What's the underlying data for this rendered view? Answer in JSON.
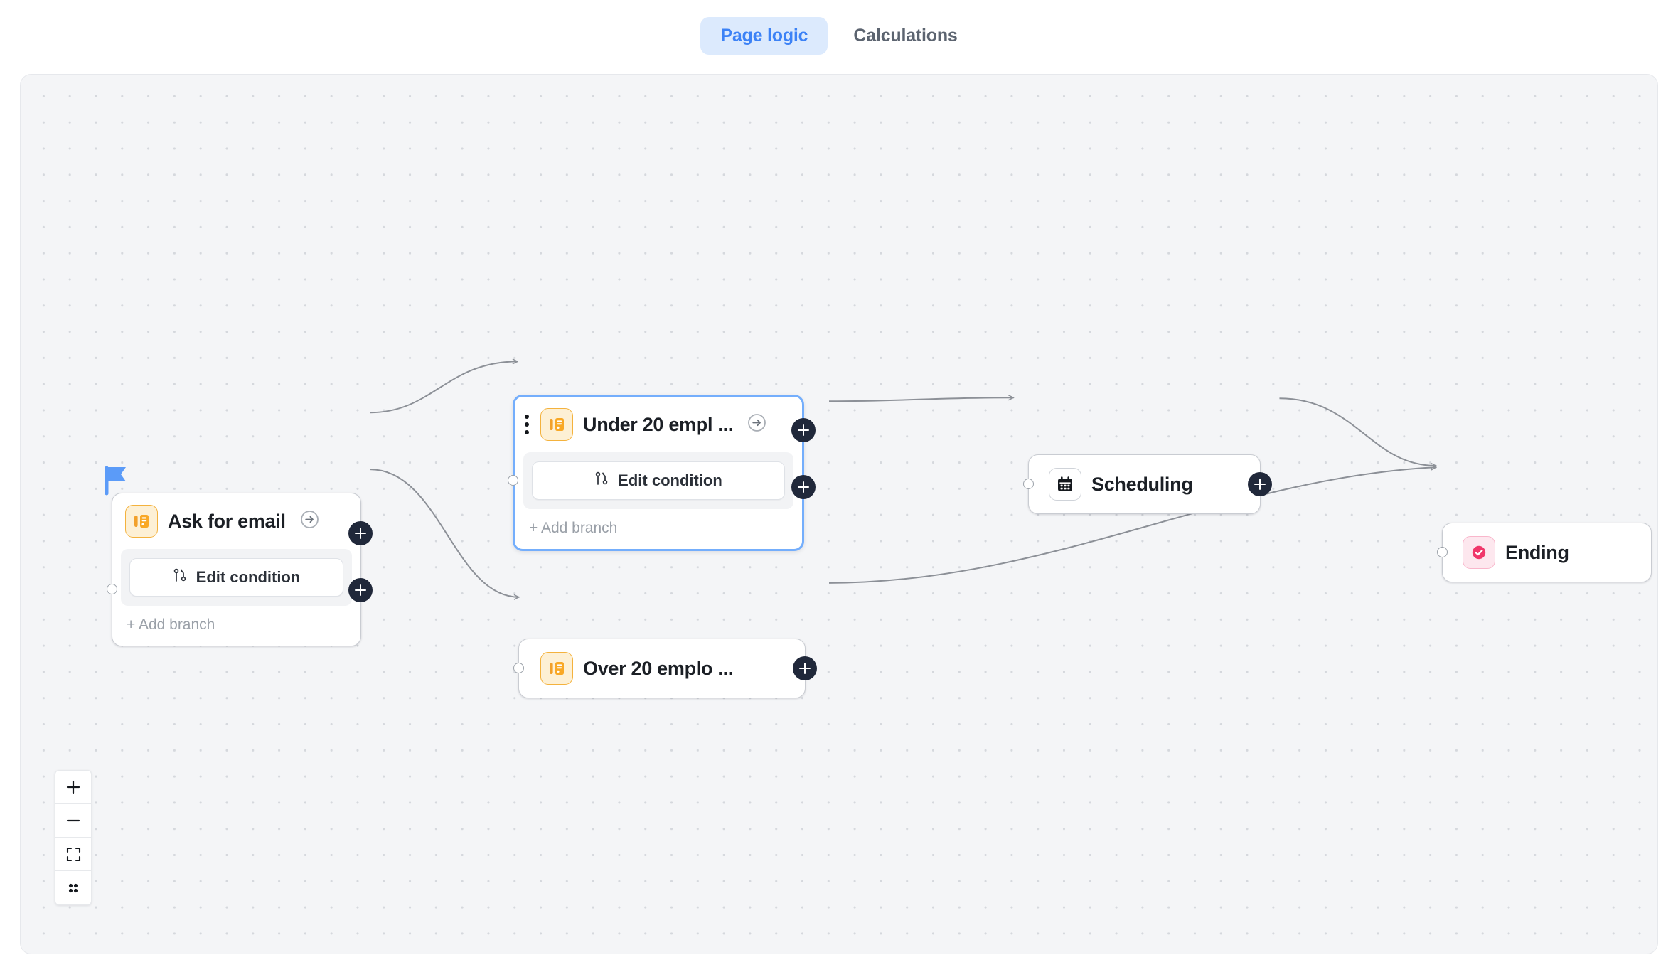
{
  "header": {
    "tabs": [
      {
        "label": "Page logic",
        "active": true
      },
      {
        "label": "Calculations",
        "active": false
      }
    ]
  },
  "canvas": {
    "background": "#f4f5f7",
    "dot_color": "#d5d8dd",
    "border_color": "#e6e8ec",
    "start_marker": "start-flag",
    "accent_selected": "#74aefc",
    "connector_color": "#20283a",
    "edge_color": "#8c9097"
  },
  "nodes": [
    {
      "id": "ask-for-email",
      "title": "Ask for email",
      "icon": "form-icon",
      "icon_color": "#f4b23d",
      "type": "question",
      "selected": false,
      "has_goto": true,
      "has_flag": true,
      "condition_label": "Edit condition",
      "condition_icon": "branch-icon",
      "add_branch_label": "+ Add branch"
    },
    {
      "id": "under-20-employees",
      "title": "Under 20 empl ...",
      "icon": "form-icon",
      "icon_color": "#f4b23d",
      "type": "question",
      "selected": true,
      "has_goto": true,
      "has_drag_handle": true,
      "condition_label": "Edit condition",
      "condition_icon": "branch-icon",
      "add_branch_label": "+ Add branch"
    },
    {
      "id": "over-20-employees",
      "title": "Over 20 emplo ...",
      "icon": "form-icon",
      "icon_color": "#f4b23d",
      "type": "question",
      "selected": false,
      "has_goto": false
    },
    {
      "id": "scheduling",
      "title": "Scheduling",
      "icon": "calendar-icon",
      "icon_color": "#14181d",
      "type": "scheduling",
      "selected": false,
      "has_goto": false
    },
    {
      "id": "ending",
      "title": "Ending",
      "icon": "check-circle-icon",
      "icon_color": "#f0376a",
      "type": "ending",
      "selected": false,
      "has_goto": false
    }
  ],
  "edges": [
    {
      "from": "ask-for-email",
      "to": "under-20-employees"
    },
    {
      "from": "ask-for-email",
      "to": "over-20-employees"
    },
    {
      "from": "under-20-employees",
      "to": "scheduling"
    },
    {
      "from": "scheduling",
      "to": "ending"
    },
    {
      "from": "over-20-employees",
      "to": "ending"
    }
  ],
  "zoom_controls": [
    {
      "name": "zoom-in",
      "label": "+"
    },
    {
      "name": "zoom-out",
      "label": "−"
    },
    {
      "name": "fit-view",
      "label": ""
    },
    {
      "name": "toggle-interactivity",
      "label": ""
    }
  ]
}
